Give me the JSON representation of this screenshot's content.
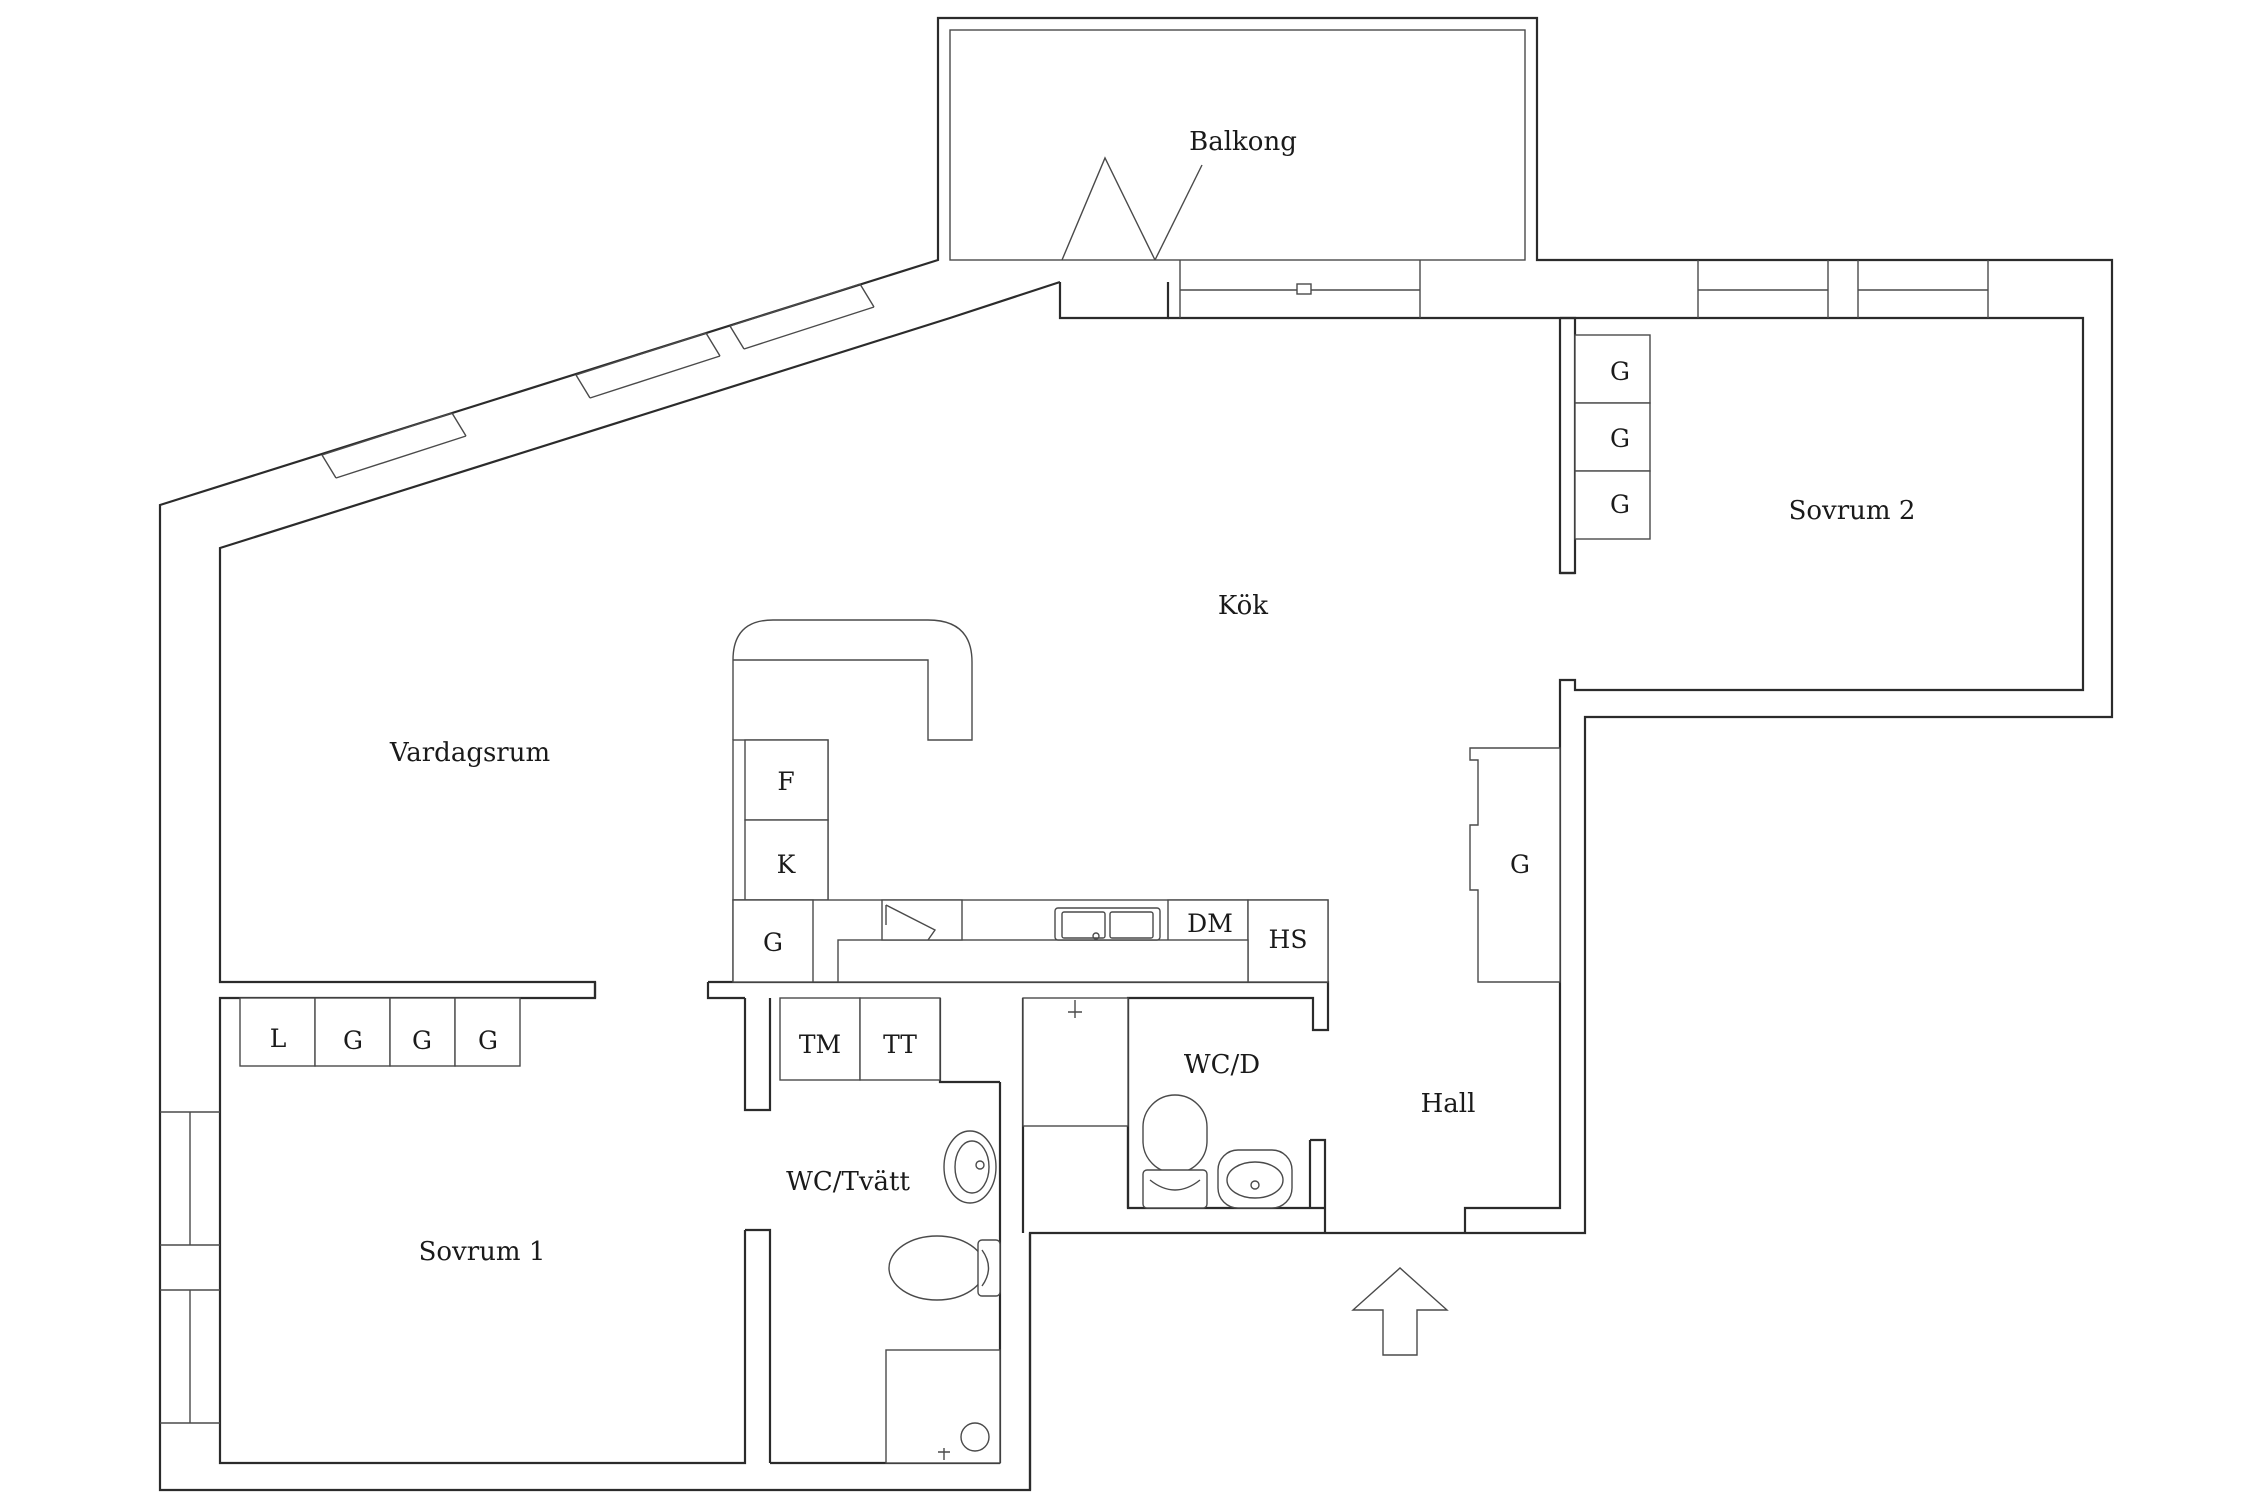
{
  "rooms": {
    "balkong": "Balkong",
    "kok": "Kök",
    "sovrum2": "Sovrum 2",
    "vardagsrum": "Vardagsrum",
    "sovrum1": "Sovrum 1",
    "wc_tvatt": "WC/Tvätt",
    "wc_d": "WC/D",
    "hall": "Hall"
  },
  "fixture_codes": {
    "kitchen_f": "F",
    "kitchen_k": "K",
    "kitchen_g": "G",
    "kitchen_dm": "DM",
    "kitchen_hs": "HS",
    "sovrum1_l": "L",
    "sovrum1_g1": "G",
    "sovrum1_g2": "G",
    "sovrum1_g3": "G",
    "laundry_tm": "TM",
    "laundry_tt": "TT",
    "sovrum2_g1": "G",
    "sovrum2_g2": "G",
    "sovrum2_g3": "G",
    "hall_g": "G"
  },
  "colors": {
    "line": "#2b2b2b",
    "background": "#ffffff",
    "text": "#1a1a1a"
  }
}
